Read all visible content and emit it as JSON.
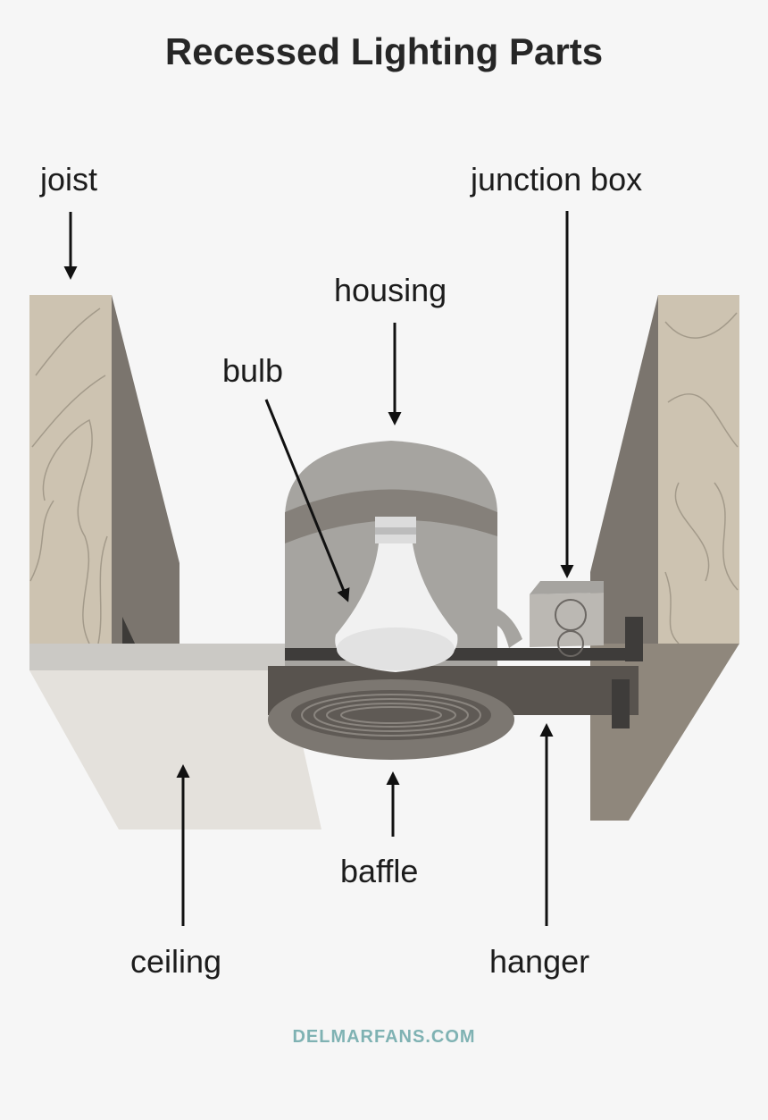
{
  "title": "Recessed Lighting Parts",
  "labels": {
    "joist": "joist",
    "junction_box": "junction box",
    "housing": "housing",
    "bulb": "bulb",
    "baffle": "baffle",
    "ceiling": "ceiling",
    "hanger": "hanger"
  },
  "credit": "DELMARFANS.COM",
  "colors": {
    "background": "#f6f6f6",
    "wood": "#cdc3b1",
    "joist_side": "#7b756e",
    "ceiling": "#e4e1dc",
    "ceiling_edge": "#cbc9c5",
    "housing": "#a6a4a0",
    "hanger": "#3e3c3a",
    "trim": "#7c7771",
    "credit": "#7fb2b3"
  }
}
